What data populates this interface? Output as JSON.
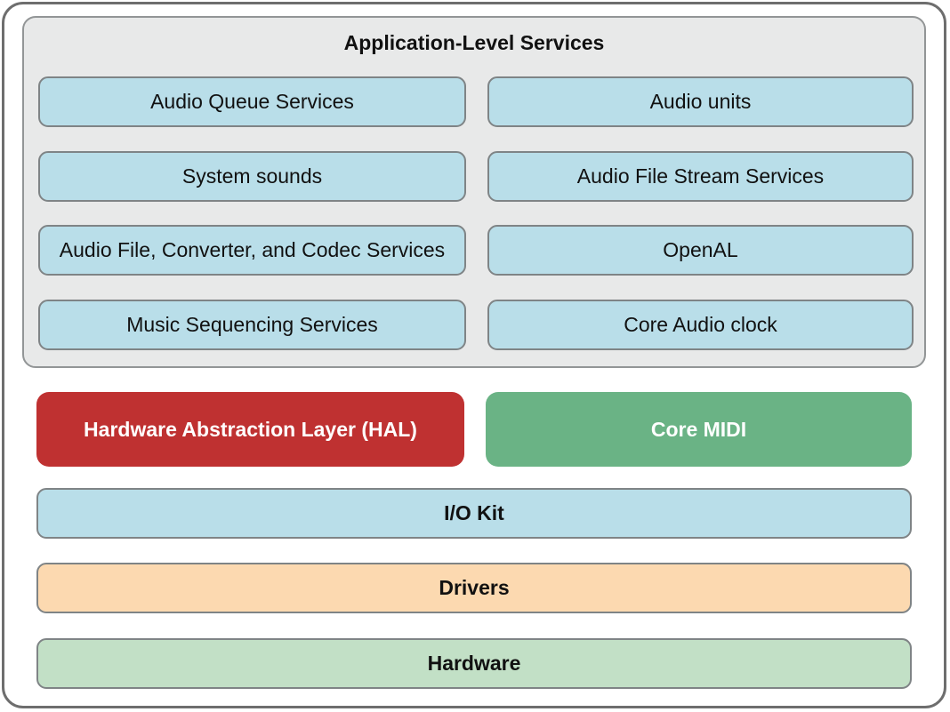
{
  "app_services_panel": {
    "title": "Application-Level Services",
    "left_column": [
      "Audio Queue Services",
      "System sounds",
      "Audio File, Converter, and Codec Services",
      "Music Sequencing Services"
    ],
    "right_column": [
      "Audio units",
      "Audio File Stream Services",
      "OpenAL",
      "Core Audio clock"
    ]
  },
  "hal_layer": {
    "hal_label": "Hardware Abstraction Layer (HAL)",
    "core_midi_label": "Core MIDI"
  },
  "stack_layers": {
    "io_kit": "I/O Kit",
    "drivers": "Drivers",
    "hardware": "Hardware"
  },
  "colors": {
    "service_box_blue": "#b9dee9",
    "panel_gray": "#e8e9e9",
    "hal_red": "#bf3131",
    "core_midi_green": "#6ab385",
    "drivers_peach": "#fcd9b0",
    "hardware_green": "#c2e0c6",
    "border_gray": "#7f8486",
    "frame_gray": "#6e6e6e"
  }
}
